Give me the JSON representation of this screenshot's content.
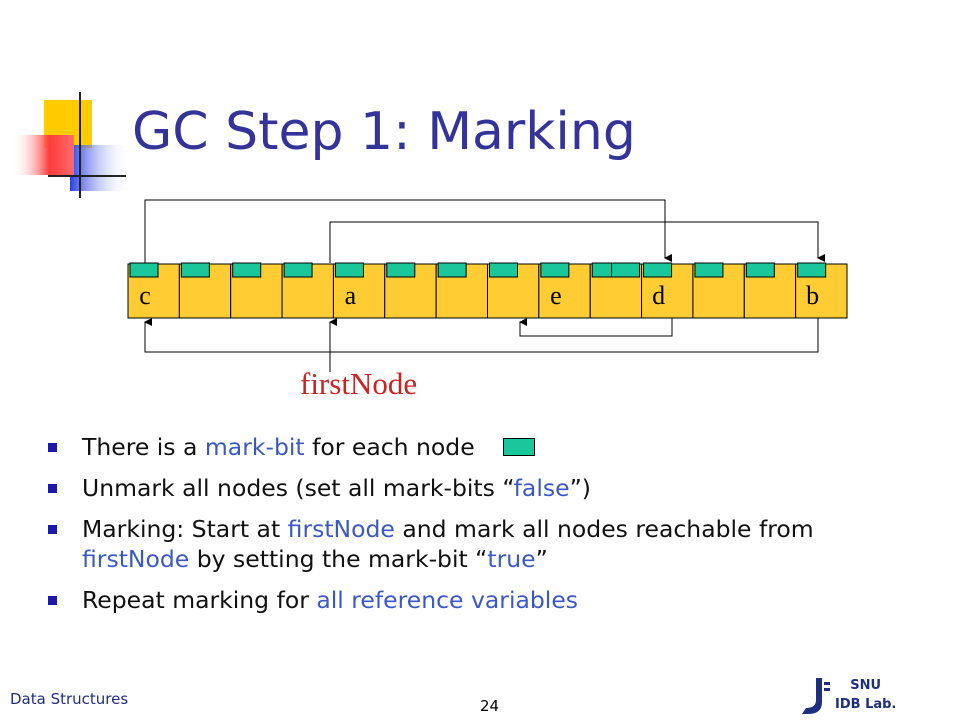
{
  "slide": {
    "title": "GC Step 1: Marking",
    "first_node_label": "firstNode",
    "page_number": "24"
  },
  "memory": {
    "cells": [
      {
        "label": "c",
        "mark_bits": 1
      },
      {
        "label": "",
        "mark_bits": 1
      },
      {
        "label": "",
        "mark_bits": 1
      },
      {
        "label": "",
        "mark_bits": 1
      },
      {
        "label": "a",
        "mark_bits": 1
      },
      {
        "label": "",
        "mark_bits": 1
      },
      {
        "label": "",
        "mark_bits": 1
      },
      {
        "label": "",
        "mark_bits": 1
      },
      {
        "label": "e",
        "mark_bits": 1
      },
      {
        "label": "",
        "mark_bits": 2
      },
      {
        "label": "d",
        "mark_bits": 1
      },
      {
        "label": "",
        "mark_bits": 1
      },
      {
        "label": "",
        "mark_bits": 1
      },
      {
        "label": "b",
        "mark_bits": 1
      }
    ],
    "colors": {
      "cell_fill": "#ffcc33",
      "mark_bit_fill": "#19c79a",
      "arrow": "#000000"
    }
  },
  "bullets": {
    "b1": {
      "pre": "There is a ",
      "hl": "mark-bit",
      "post": " for each node"
    },
    "b2": {
      "pre": "Unmark all nodes (set all mark-bits “",
      "hl": "false",
      "post": "”)"
    },
    "b3": {
      "pre": "Marking: Start at ",
      "hl1": "firstNode",
      "mid1": " and mark all nodes reachable from ",
      "hl2": "firstNode",
      "mid2": " by setting the mark-bit “",
      "hl3": "true",
      "post": "”"
    },
    "b4": {
      "pre": "Repeat marking for ",
      "hl": "all reference variables"
    }
  },
  "footer": {
    "course": "Data Structures",
    "logo_line1": "SNU",
    "logo_line2": "IDB Lab."
  },
  "colors": {
    "title": "#333399",
    "highlight": "#3a58c8",
    "first_node_label": "#cc2222",
    "bullet_marker": "#1a1aa6"
  }
}
